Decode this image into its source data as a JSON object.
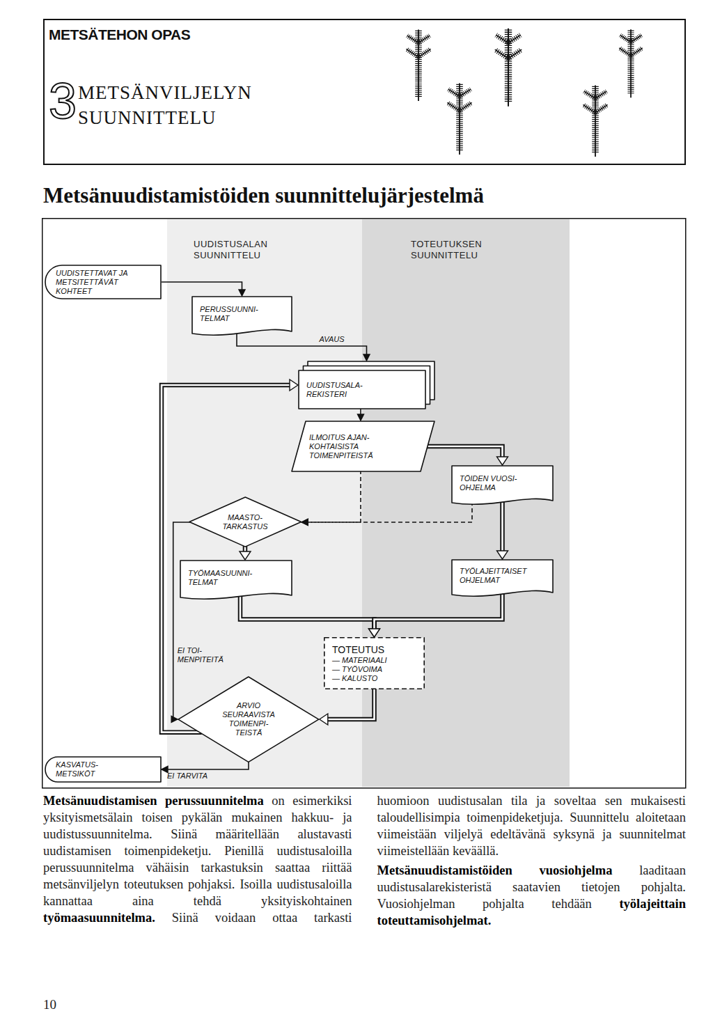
{
  "diagram": {
    "title": "Metsänuudistamistöiden suunnittelujärjestelmä",
    "nodes": [
      {
        "text": [
          "UUDISTUSALAN SUUNNITTELU"
        ]
      },
      {
        "text": [
          "TOTEUTUKSEN SUUNNITTELU"
        ]
      },
      {
        "text": [
          "UUDISTETTAVAT JA METSITETTÄVÄT KOHTEET"
        ]
      },
      {
        "text": [
          "PERUSSUUNNI- TELMAT"
        ],
        "in": 0
      },
      {
        "text": [
          "UUDISTUSALA- REKISTERI"
        ],
        "in": 0
      },
      {
        "text": [
          "ILMOITUS AJAN- KOHTAISISTA TOIMENPITEISTÄ"
        ],
        "in": 0
      },
      {
        "text": [
          "TÖIDEN VUOSI- OHJELMA"
        ],
        "in": 1
      },
      {
        "text": [
          "MAASTO- TARKASTUS"
        ],
        "in": 0
      },
      {
        "text": [
          "TYÖMAASUUNNI- TELMAT"
        ],
        "in": 0
      },
      {
        "text": [
          "TYÖLAJEITTAISET OHJELMAT"
        ],
        "in": 1
      },
      {
        "text": [
          "TOTEUTUS",
          "— MATERIAALI",
          "— TYÖVOIMA",
          "— KALUSTO"
        ],
        "in": 0
      },
      {
        "text": [
          "ARVIO SEURAAVISTA TOIMENPI- TEISTÄ"
        ],
        "in": 0
      },
      {
        "text": [
          "KASVATUS- METSIKÖT"
        ]
      }
    ],
    "edges": [
      {
        "from": 2,
        "to": 3,
        "arrow": "to"
      },
      {
        "from": 3,
        "to": 4,
        "label": "AVAUS",
        "arrow": "to"
      },
      {
        "from": 4,
        "to": 5,
        "arrow": "to"
      },
      {
        "from": 5,
        "to": 6,
        "arrow": "to"
      },
      {
        "from": 5,
        "to": 7,
        "arrow": "to"
      },
      {
        "from": 6,
        "to": 7,
        "arrow": "to"
      },
      {
        "from": 6,
        "to": 9,
        "arrow": "to"
      },
      {
        "from": 7,
        "to": 8,
        "arrow": "to"
      },
      {
        "from": 8,
        "to": 10,
        "arrow": "to"
      },
      {
        "from": 9,
        "to": 10,
        "arrow": "to"
      },
      {
        "from": 10,
        "to": 11,
        "arrow": "to"
      },
      {
        "from": 7,
        "to": 11,
        "label": "EI TOI- MENPITEITÄ",
        "arrow": "to"
      },
      {
        "from": 11,
        "to": 4,
        "arrow": "to"
      },
      {
        "from": 11,
        "to": 12,
        "label": "EI TARVITA",
        "arrow": "to"
      }
    ],
    "labels": [
      "METSÄTEHON OPAS",
      "3",
      "METSÄNVILJELYN SUUNNITTELU",
      "Metsänuudistamisen perussuunnitelma",
      " on esimerkiksi yksityismetsälain toisen pykälän mukainen hakkuu- ja uudistussuunnitelma. Siinä määritellään alustavasti uudistamisen toimenpideketju. Pienillä uudistusaloilla perussuunnitelma vähäisin tarkastuksin saattaa riittää metsänviljelyn toteutuksen pohjaksi. Isoilla uudistusaloilla kannattaa aina tehdä yksityiskohtainen ",
      "työmaasuunnitelma.",
      " Siinä voidaan ottaa tarkasti huomioon uudistusalan tila ja soveltaa sen mukaisesti taloudellisimpia toimenpideketjuja. Suunnittelu aloitetaan viimeistään viljelyä edeltävänä syksynä ja suunnitelmat viimeistellään keväällä.",
      "Metsänuudistamistöiden vuosiohjelma",
      " laaditaan uudistusalarekisteristä saatavien tietojen pohjalta. Vuosiohjelman pohjalta tehdään ",
      "työlajeittain toteuttamisohjelmat.",
      "10"
    ]
  }
}
